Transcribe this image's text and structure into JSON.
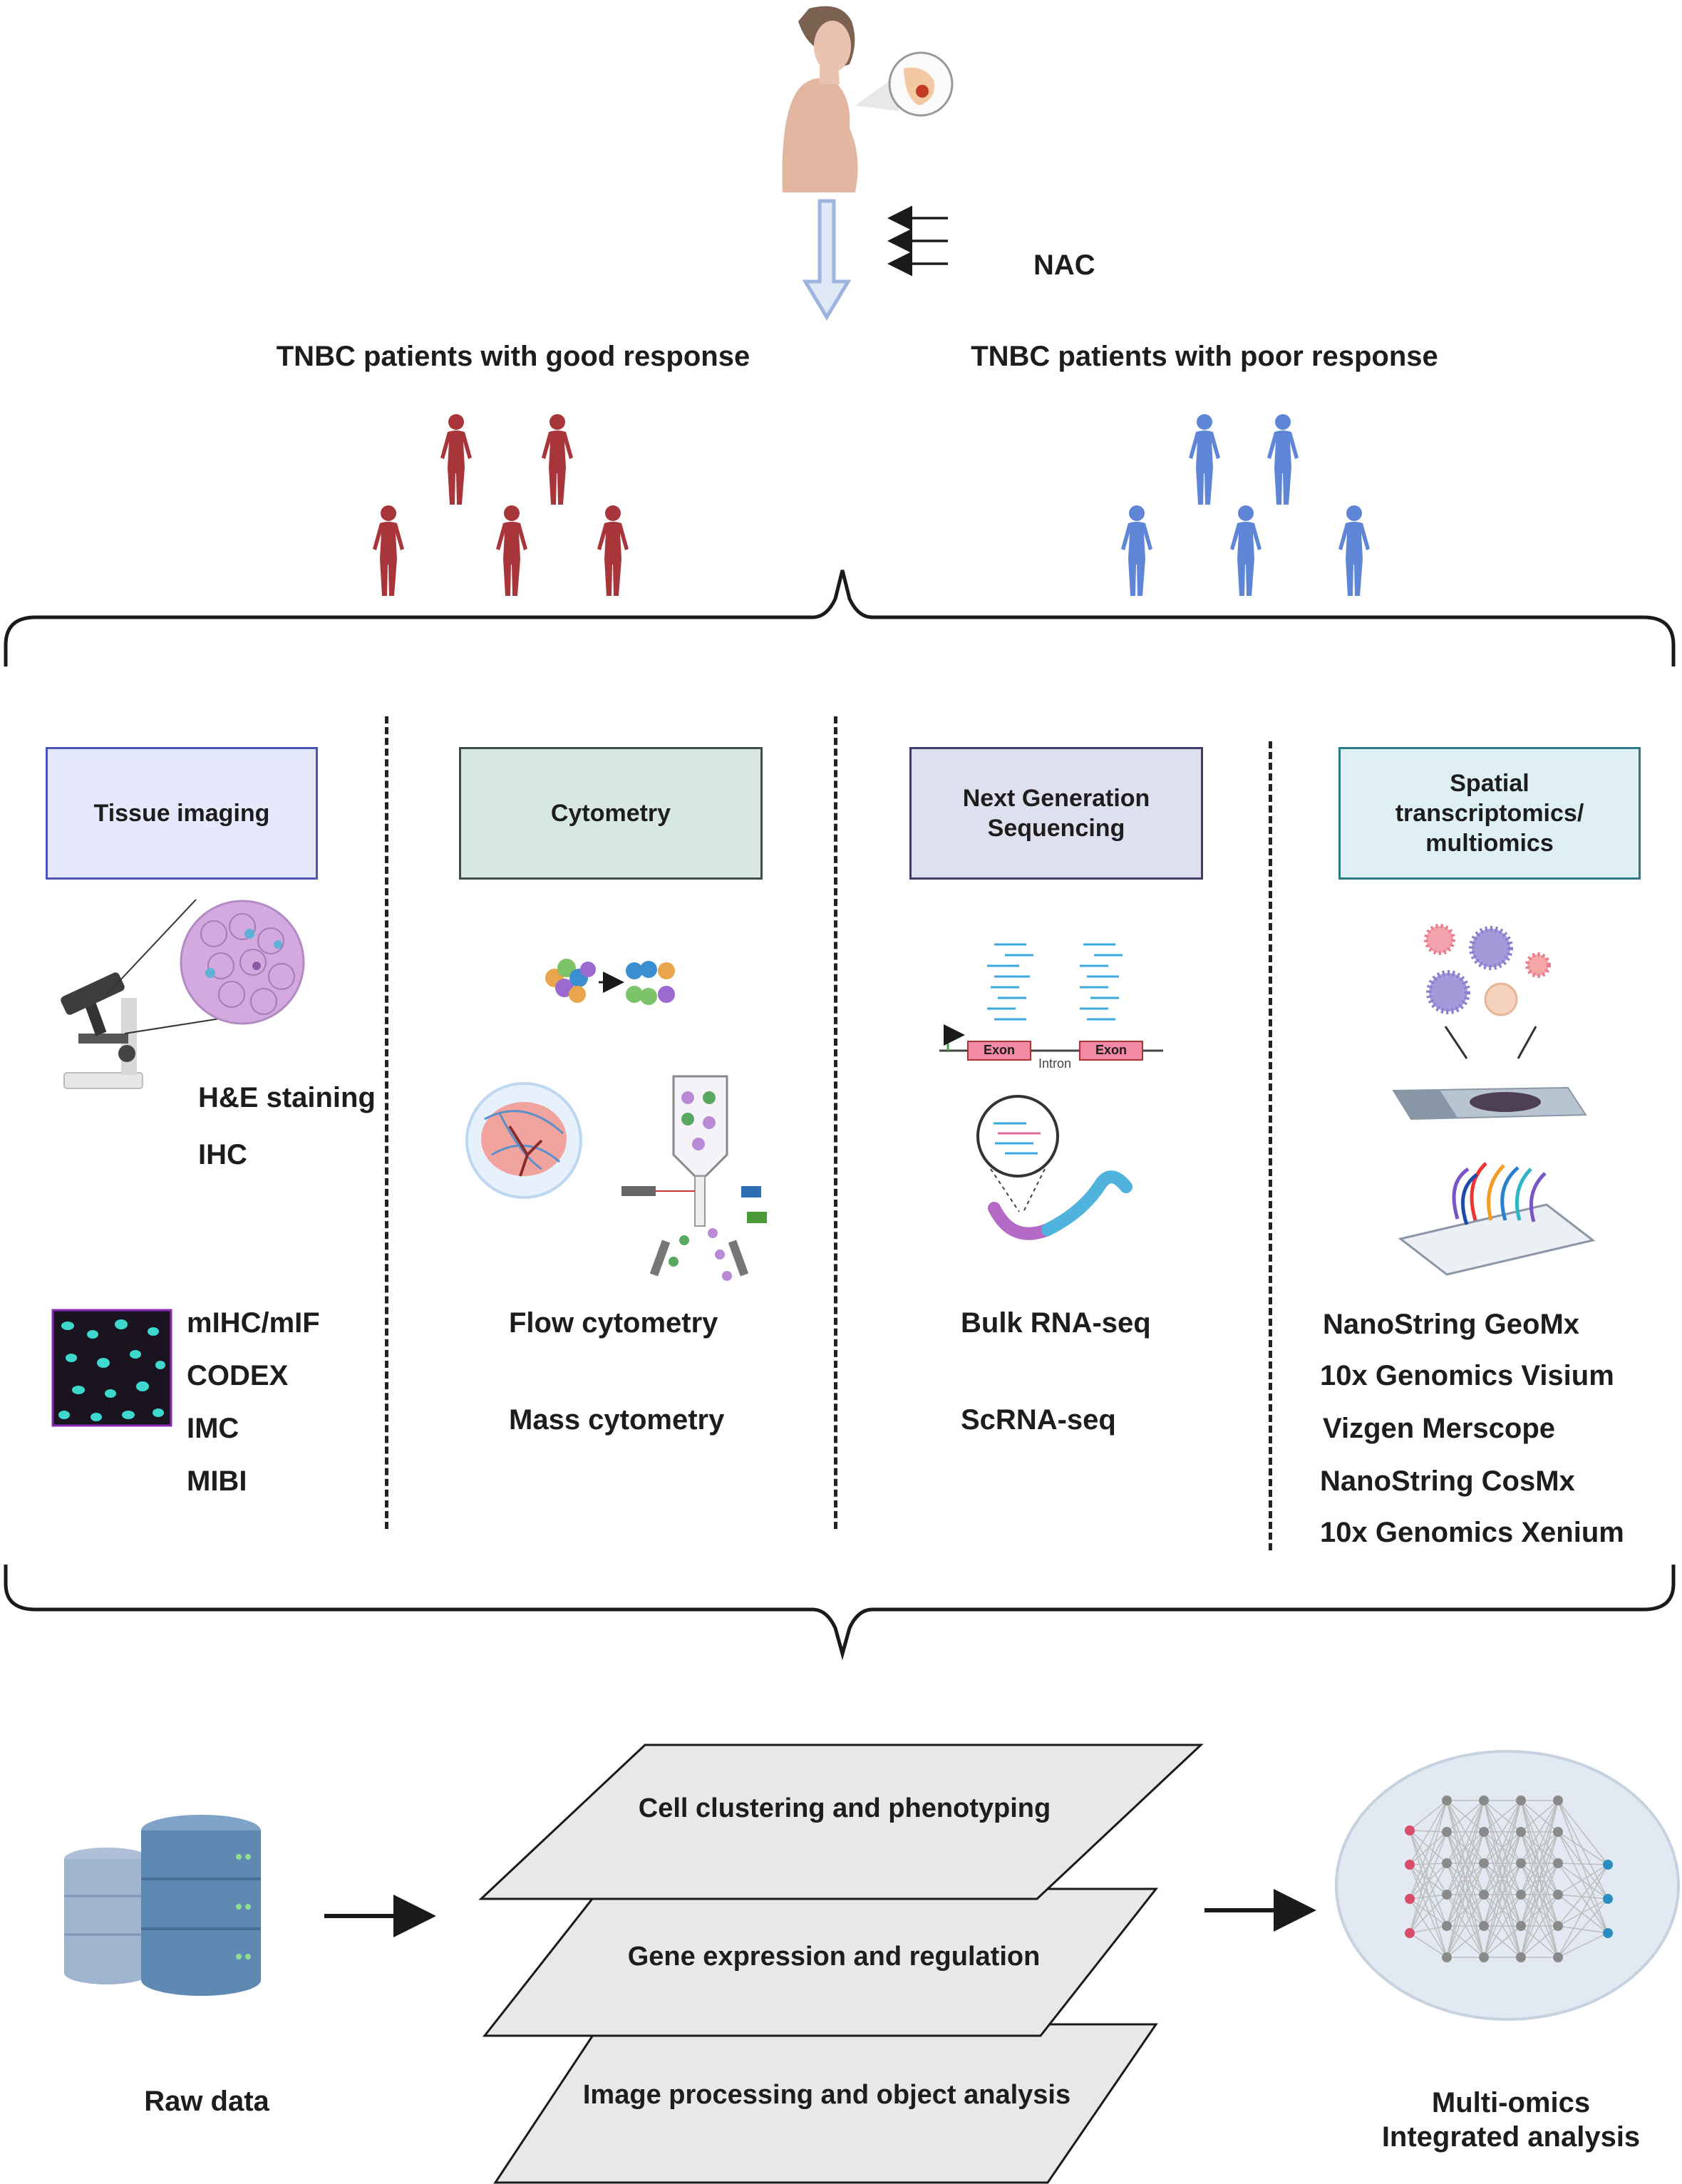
{
  "top": {
    "treatment_label": "NAC",
    "good_response_label": "TNBC patients with good response",
    "poor_response_label": "TNBC patients with poor response"
  },
  "columns": [
    {
      "title": "Tissue imaging",
      "box_color": "#e6e8fb",
      "border_color": "#4b55b8",
      "methods_a": [
        "H&E staining",
        "IHC"
      ],
      "methods_b": [
        "mIHC/mIF",
        "CODEX",
        "IMC",
        "MIBI"
      ]
    },
    {
      "title": "Cytometry",
      "box_color": "#d8e8e0",
      "border_color": "#3f4f48",
      "methods": [
        "Flow cytometry",
        "Mass cytometry"
      ]
    },
    {
      "title": "Next Generation\nSequencing",
      "box_color": "#dfe0ef",
      "border_color": "#3e3e66",
      "gene_labels": {
        "exon1": "Exon",
        "exon2": "Exon",
        "intron": "Intron"
      },
      "methods": [
        "Bulk RNA-seq",
        "ScRNA-seq"
      ]
    },
    {
      "title": "Spatial\ntranscriptomics/\nmultiomics",
      "box_color": "#dff0f5",
      "border_color": "#2d7a86",
      "methods": [
        "NanoString  GeoMx",
        "10x Genomics Visium",
        "Vizgen Merscope",
        "NanoString CosMx",
        "10x Genomics Xenium"
      ]
    }
  ],
  "bottom": {
    "raw_data_label": "Raw data",
    "layers": [
      "Cell clustering and phenotyping",
      "Gene expression and regulation",
      "Image processing and object analysis"
    ],
    "integrated_label": "Multi-omics\nIntegrated analysis"
  },
  "colors": {
    "good_response": "#a8353a",
    "poor_response": "#5f86d6",
    "arrow_blue": "#9db4e0"
  },
  "icons": [
    "patient-icon",
    "breast-tumor-icon",
    "microscope-icon",
    "tissue-zoom-icon",
    "multiplex-image-icon",
    "cell-sorting-icon",
    "tissue-sphere-icon",
    "flow-cytometer-icon",
    "read-alignment-icon",
    "rna-strand-icon",
    "cells-icon",
    "slide-icon",
    "spatial-array-icon",
    "database-icon",
    "neural-network-icon"
  ]
}
